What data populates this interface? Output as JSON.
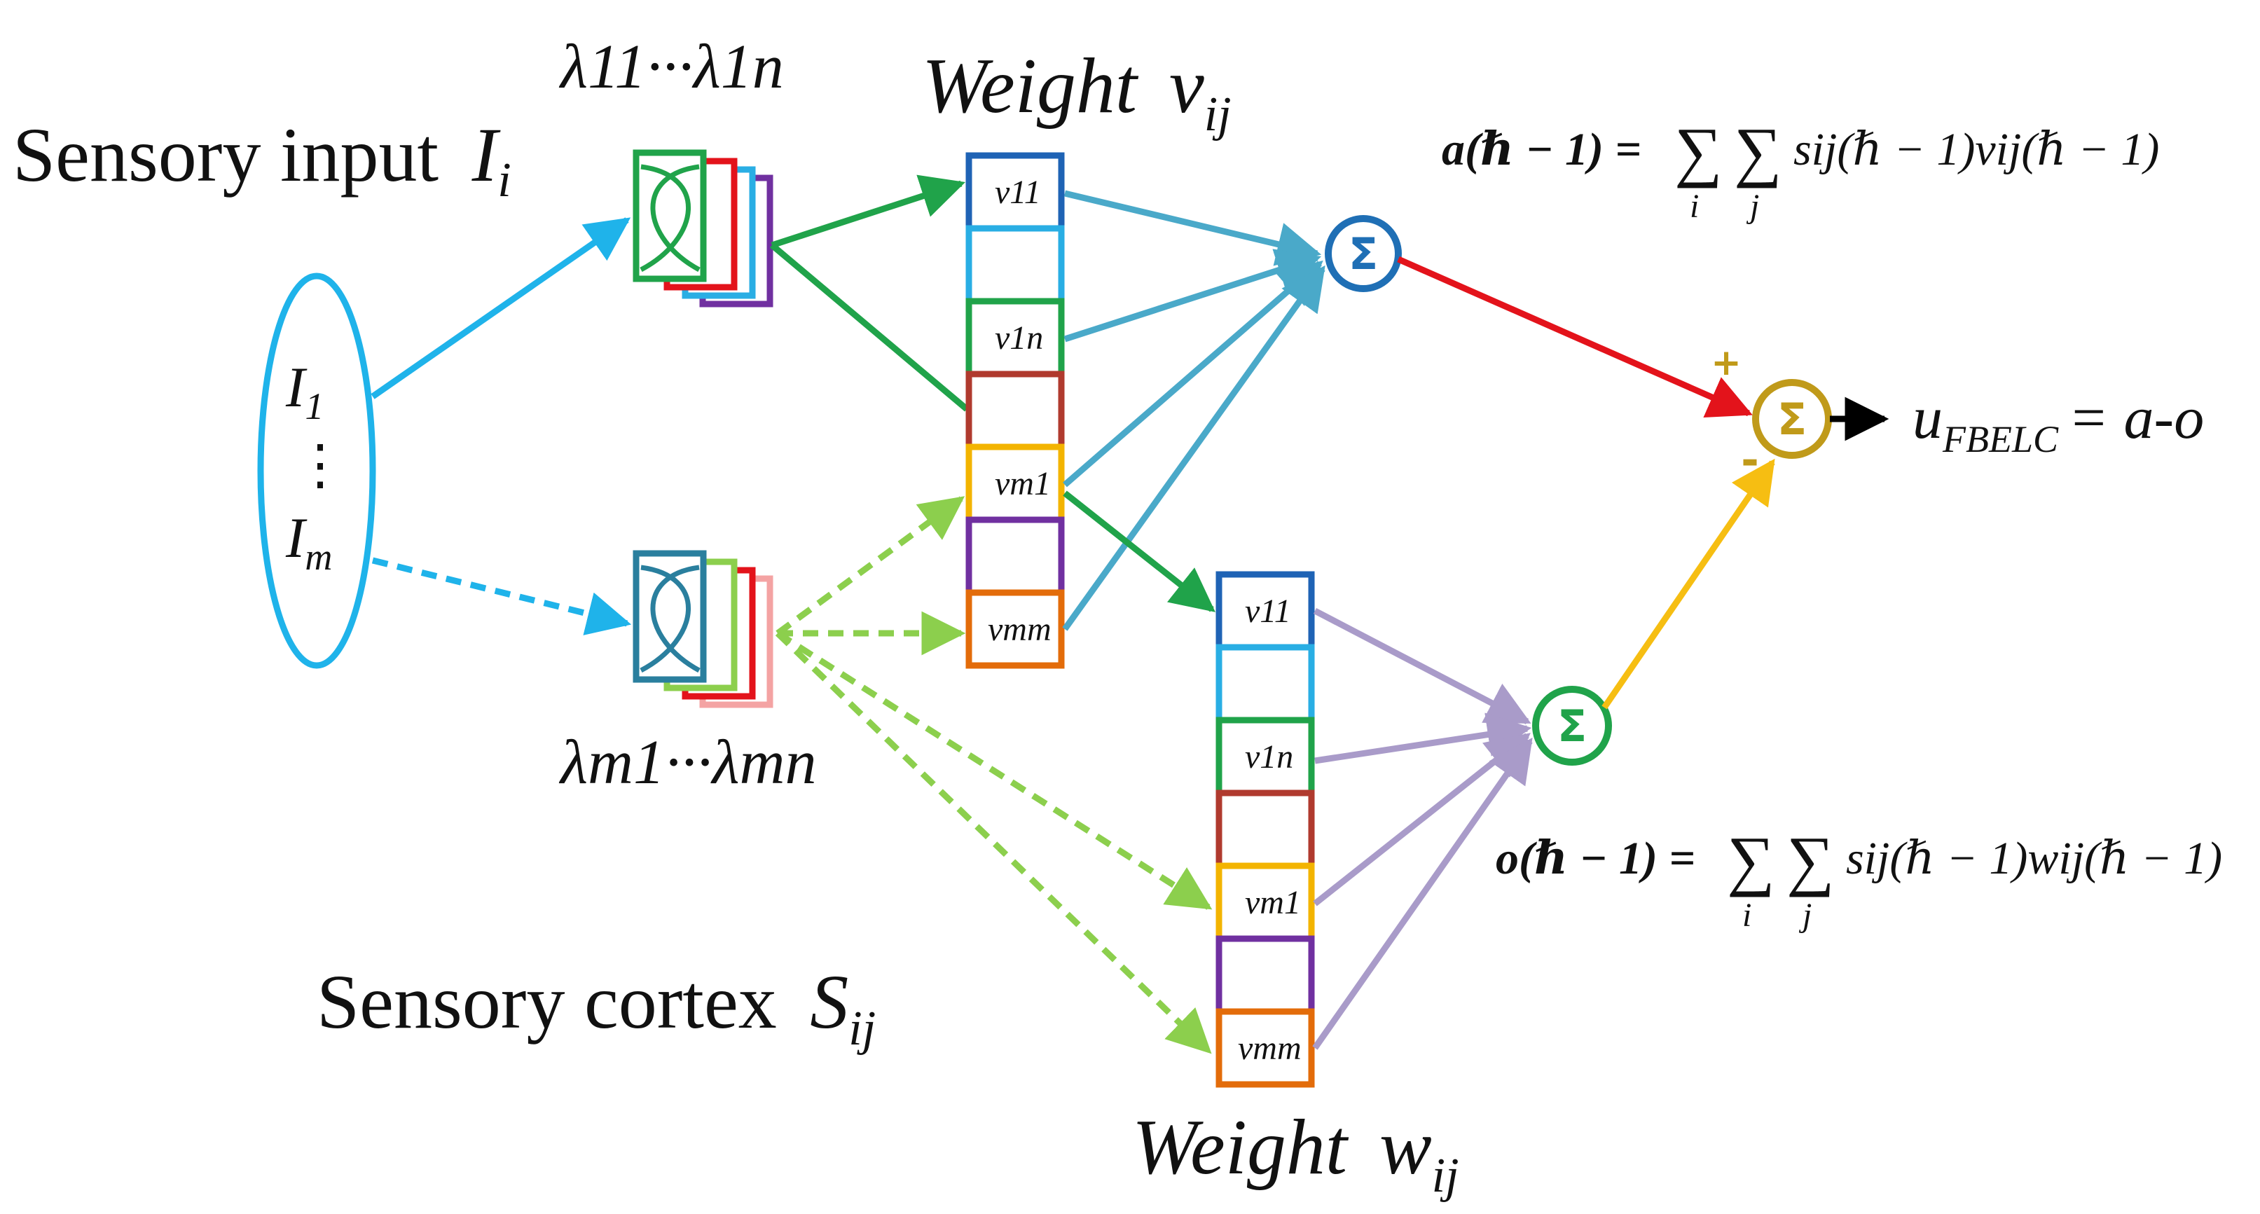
{
  "labels": {
    "sensory_input": "Sensory input",
    "sensory_input_var": "I",
    "sensory_input_sub": "i",
    "sensory_cortex": "Sensory cortex",
    "sensory_cortex_var": "S",
    "sensory_cortex_sub": "ij",
    "weight_v": "Weight",
    "weight_v_var": "v",
    "weight_v_sub": "ij",
    "weight_w": "Weight",
    "weight_w_var": "w",
    "weight_w_sub": "ij",
    "lambda_top": "λ11···λ1n",
    "lambda_bottom": "λm1···λmn"
  },
  "input_node": {
    "first": "I",
    "first_sub": "1",
    "dots": "⋮",
    "last": "I",
    "last_sub": "m"
  },
  "weight_cells_v": [
    "v11",
    "",
    "v1n",
    "",
    "vm1",
    "",
    "vmm"
  ],
  "weight_cells_w": [
    "v11",
    "",
    "v1n",
    "",
    "vm1",
    "",
    "vmm"
  ],
  "cell_colors": [
    "#1f63b5",
    "#29aee4",
    "#20a34a",
    "#b03a2e",
    "#f3b400",
    "#7030a0",
    "#e36c0a"
  ],
  "sum_symbol": "Σ",
  "plus_sign": "+",
  "minus_sign": "-",
  "equations": {
    "a_lhs": "a(ℏ − 1) =",
    "a_rhs": "sij(ℏ − 1)vij(ℏ − 1)",
    "o_lhs": "o(ℏ − 1) =",
    "o_rhs": "sij(ℏ − 1)wij(ℏ − 1)",
    "sum_i": "i",
    "sum_j": "j",
    "output_var": "u",
    "output_sub": "FBELC",
    "output_rhs": "= a-o"
  },
  "colors": {
    "input_blue": "#1fb3ea",
    "green": "#20a34a",
    "light_green": "#8ccf4d",
    "teal": "#4aa9c9",
    "lavender": "#a99bc9",
    "red": "#e3131b",
    "yellow": "#f6be12",
    "sum_blue": "#1f6fb5",
    "sum_green": "#20a34a",
    "sum_gold": "#c09a1a"
  }
}
